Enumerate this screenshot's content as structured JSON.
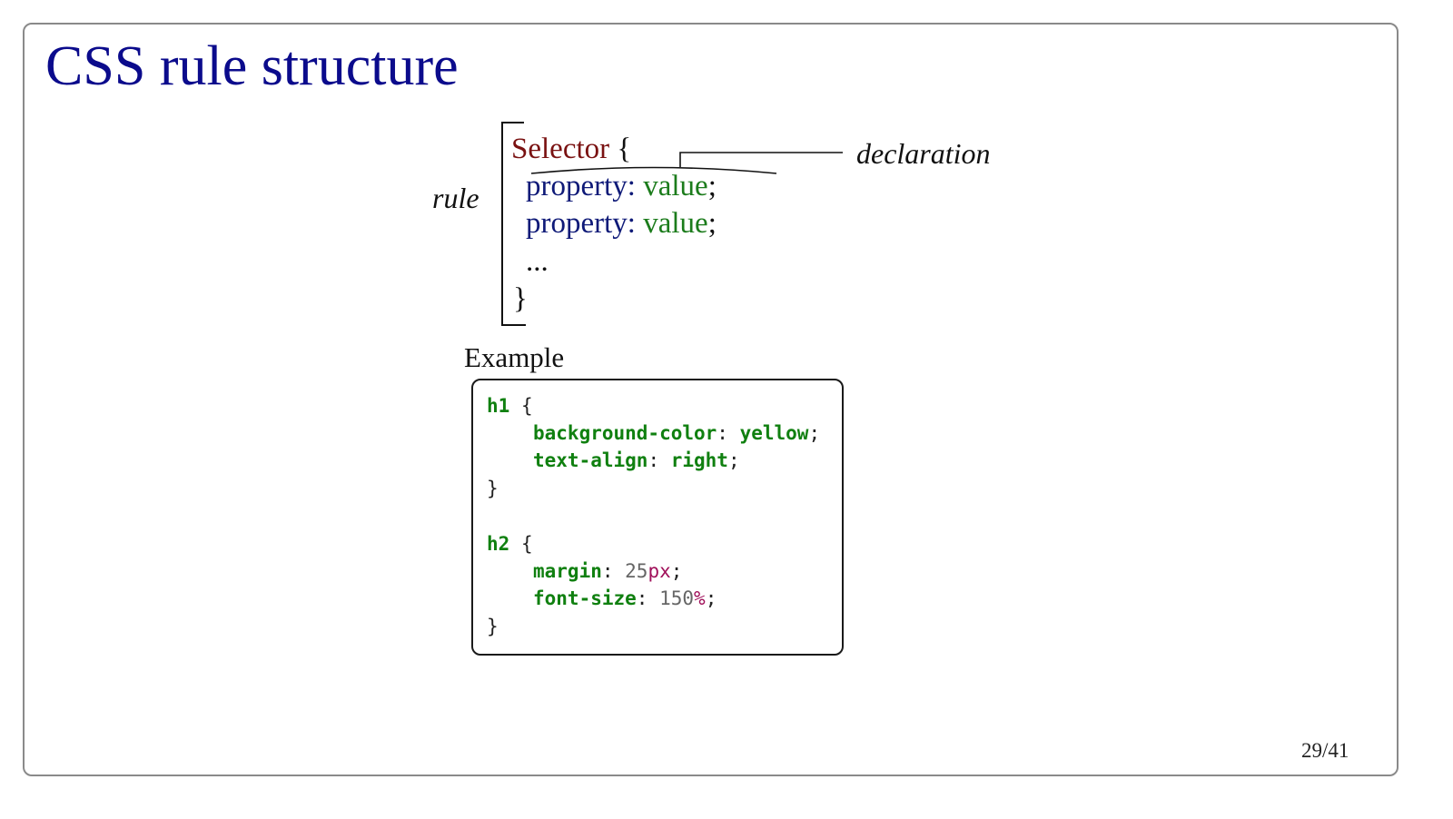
{
  "slide": {
    "title": "CSS rule structure",
    "page_number": "29/41"
  },
  "structure": {
    "selector": "Selector",
    "open_brace": "{",
    "close_brace": "}",
    "lines": [
      {
        "property": "property",
        "colon": ":",
        "value": "value",
        "semicolon": ";"
      },
      {
        "property": "property",
        "colon": ":",
        "value": "value",
        "semicolon": ";"
      }
    ],
    "ellipsis": "...",
    "rule_label": "rule",
    "declaration_label": "declaration"
  },
  "example": {
    "label": "Example",
    "rules": [
      {
        "selector": "h1",
        "open": " {",
        "close": "}",
        "declarations": [
          {
            "property": "background-color",
            "sep": ": ",
            "value": "yellow",
            "end": ";"
          },
          {
            "property": "text-align",
            "sep": ": ",
            "value": "right",
            "end": ";"
          }
        ]
      },
      {
        "selector": "h2",
        "open": " {",
        "close": "}",
        "declarations": [
          {
            "property": "margin",
            "sep": ": ",
            "number": "25",
            "unit": "px",
            "end": ";"
          },
          {
            "property": "font-size",
            "sep": ": ",
            "number": "150",
            "unit": "%",
            "end": ";"
          }
        ]
      }
    ]
  }
}
